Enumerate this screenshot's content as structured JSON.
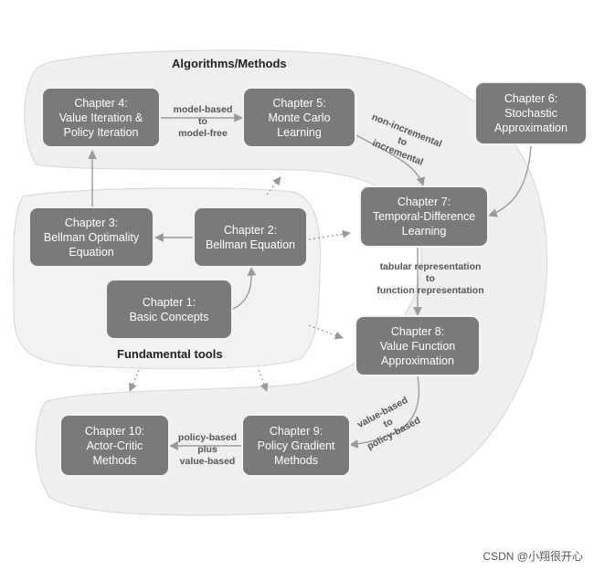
{
  "regions": {
    "algorithms_title": "Algorithms/Methods",
    "fundamental_title": "Fundamental tools"
  },
  "chapters": {
    "ch1": [
      "Chapter 1:",
      "Basic Concepts"
    ],
    "ch2": [
      "Chapter 2:",
      "Bellman Equation"
    ],
    "ch3": [
      "Chapter 3:",
      "Bellman Optimality",
      "Equation"
    ],
    "ch4": [
      "Chapter 4:",
      "Value Iteration &",
      "Policy Iteration"
    ],
    "ch5": [
      "Chapter 5:",
      "Monte Carlo",
      "Learning"
    ],
    "ch6": [
      "Chapter 6:",
      "Stochastic",
      "Approximation"
    ],
    "ch7": [
      "Chapter 7:",
      "Temporal-Difference",
      "Learning"
    ],
    "ch8": [
      "Chapter 8:",
      "Value Function",
      "Approximation"
    ],
    "ch9": [
      "Chapter 9:",
      "Policy Gradient",
      "Methods"
    ],
    "ch10": [
      "Chapter 10:",
      "Actor-Critic",
      "Methods"
    ]
  },
  "edge_labels": {
    "model": [
      "model-based",
      "to",
      "model-free"
    ],
    "incremental": [
      "non-incremental",
      "to",
      "incremental"
    ],
    "tabular": [
      "tabular representation",
      "to",
      "function representation"
    ],
    "value_policy": [
      "value-based",
      "to",
      "policy-based"
    ],
    "policy_plus": [
      "policy-based",
      "plus",
      "value-based"
    ]
  },
  "watermark": "CSDN @小翔很开心",
  "colors": {
    "box": "#7a7a7a",
    "region": "#efefef",
    "arrow": "#9a9a9a",
    "region_border": "#dddddd"
  }
}
